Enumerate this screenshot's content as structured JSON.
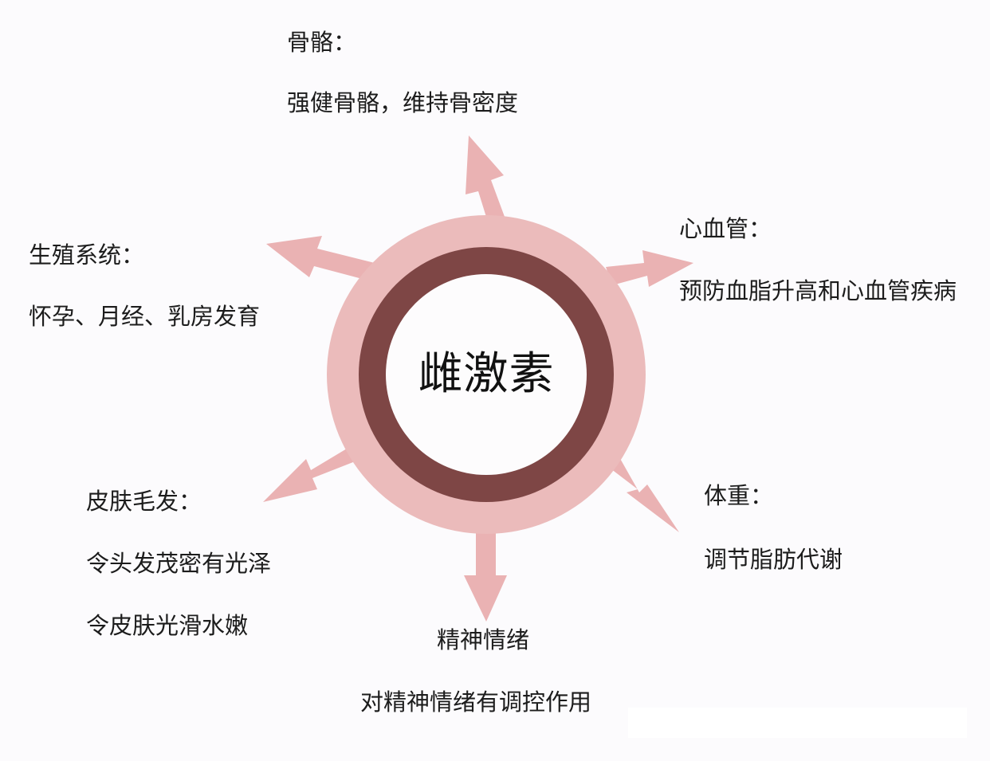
{
  "diagram": {
    "center": {
      "label": "雌激素"
    },
    "colors": {
      "background": "#fcfbfd",
      "outer_ring": "#ebbbbb",
      "inner_ring": "#7e4645",
      "arrow": "#eab2b3",
      "text": "#1c1c1c"
    },
    "nodes": [
      {
        "id": "bone",
        "title": "骨骼：",
        "lines": [
          "强健骨骼，维持骨密度"
        ],
        "direction": "up"
      },
      {
        "id": "cardio",
        "title": "心血管：",
        "lines": [
          "预防血脂升高和心血管疾病"
        ],
        "direction": "right-up"
      },
      {
        "id": "repro",
        "title": "生殖系统：",
        "lines": [
          "怀孕、月经、乳房发育"
        ],
        "direction": "left-up"
      },
      {
        "id": "skin",
        "title": "皮肤毛发：",
        "lines": [
          "令头发茂密有光泽",
          "令皮肤光滑水嫩"
        ],
        "direction": "left-down"
      },
      {
        "id": "weight",
        "title": "体重：",
        "lines": [
          "调节脂肪代谢"
        ],
        "direction": "right-down"
      },
      {
        "id": "mood",
        "title": "精神情绪",
        "lines": [
          "对精神情绪有调控作用"
        ],
        "direction": "down"
      }
    ]
  }
}
